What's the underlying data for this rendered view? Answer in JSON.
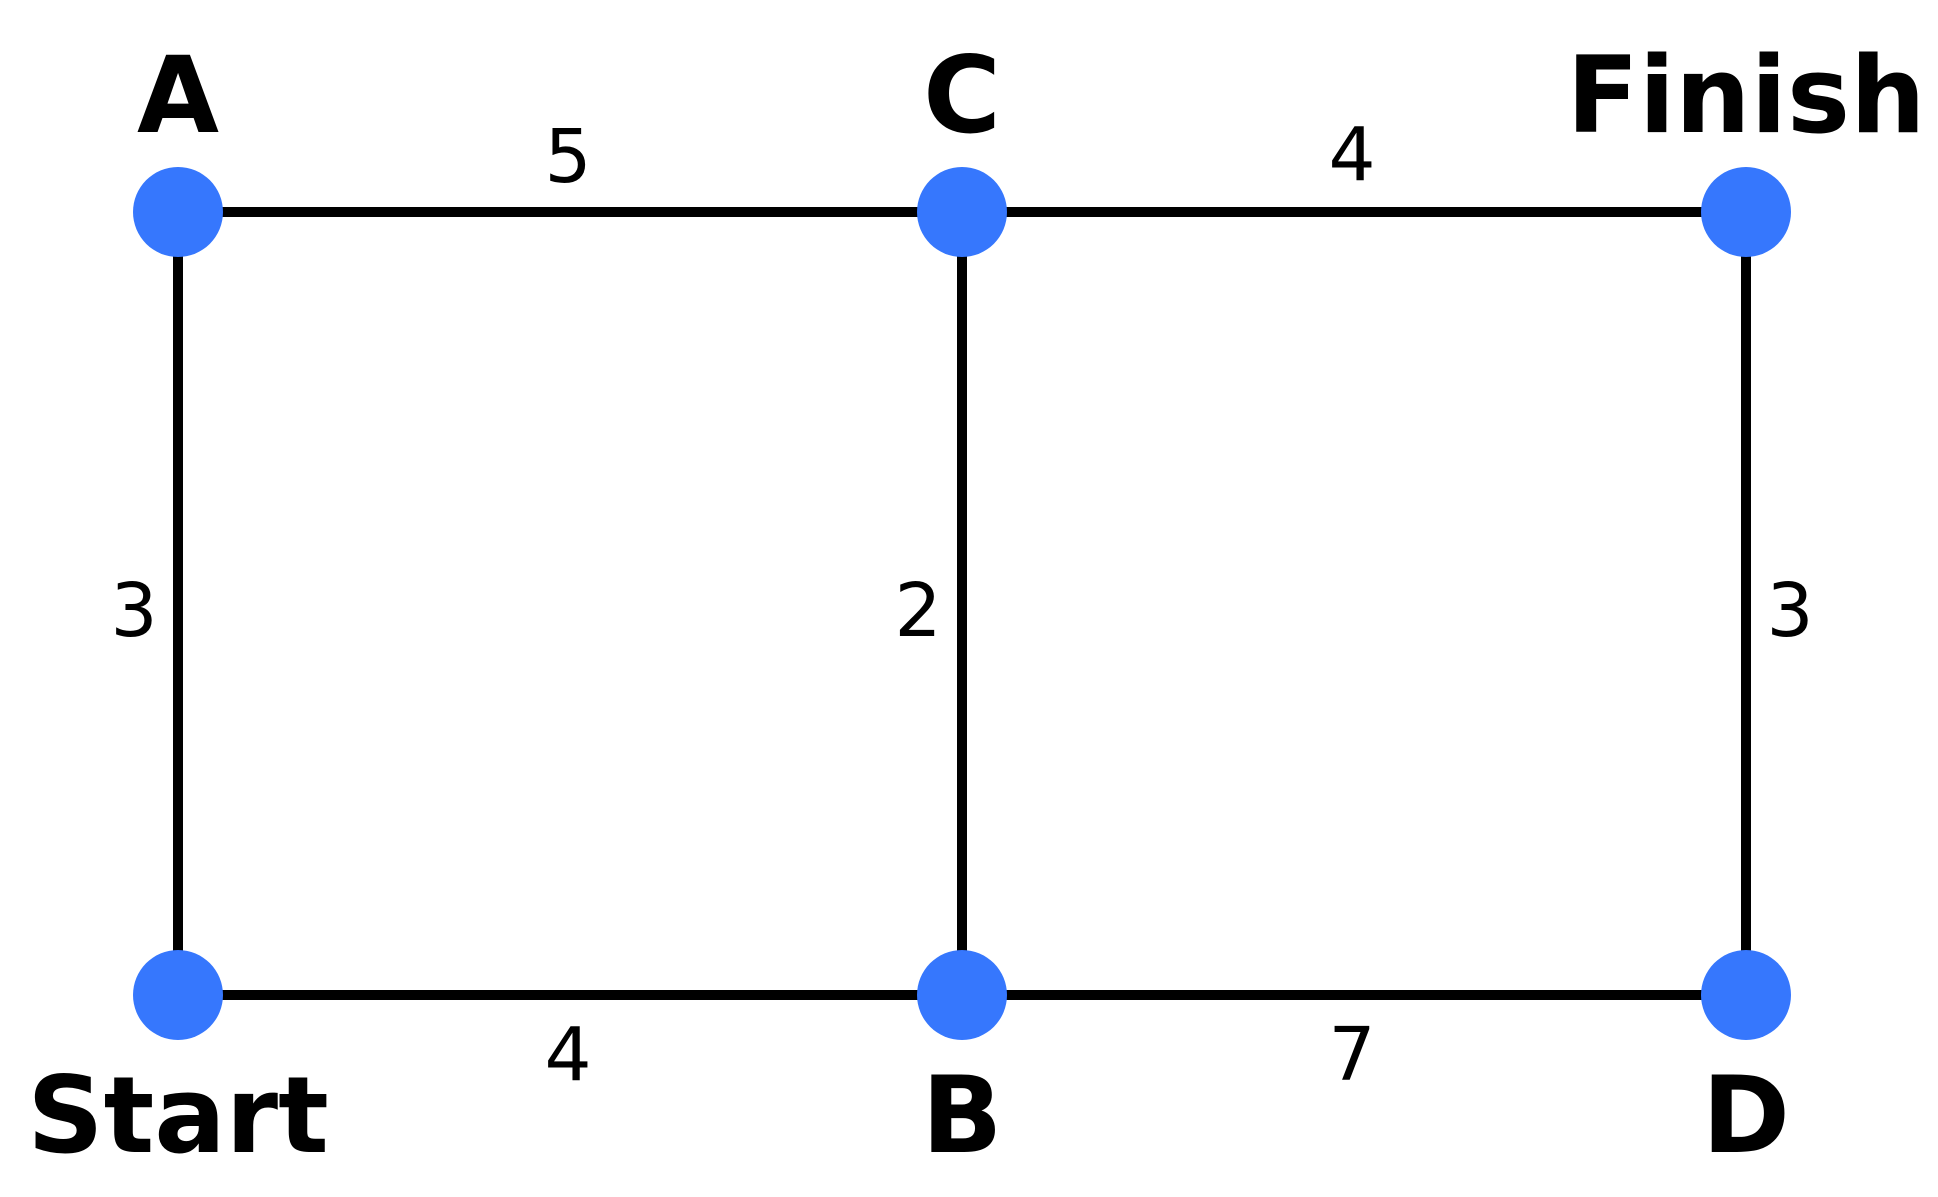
{
  "colors": {
    "node": "#3677fd",
    "edge": "#000000",
    "text": "#000000",
    "background": "#ffffff"
  },
  "nodes": [
    {
      "id": "start",
      "label": "Start"
    },
    {
      "id": "a",
      "label": "A"
    },
    {
      "id": "b",
      "label": "B"
    },
    {
      "id": "c",
      "label": "C"
    },
    {
      "id": "d",
      "label": "D"
    },
    {
      "id": "finish",
      "label": "Finish"
    }
  ],
  "edges": [
    {
      "from": "a",
      "to": "c",
      "weight": "5"
    },
    {
      "from": "c",
      "to": "finish",
      "weight": "4"
    },
    {
      "from": "start",
      "to": "a",
      "weight": "3"
    },
    {
      "from": "b",
      "to": "c",
      "weight": "2"
    },
    {
      "from": "d",
      "to": "finish",
      "weight": "3"
    },
    {
      "from": "start",
      "to": "b",
      "weight": "4"
    },
    {
      "from": "b",
      "to": "d",
      "weight": "7"
    }
  ]
}
